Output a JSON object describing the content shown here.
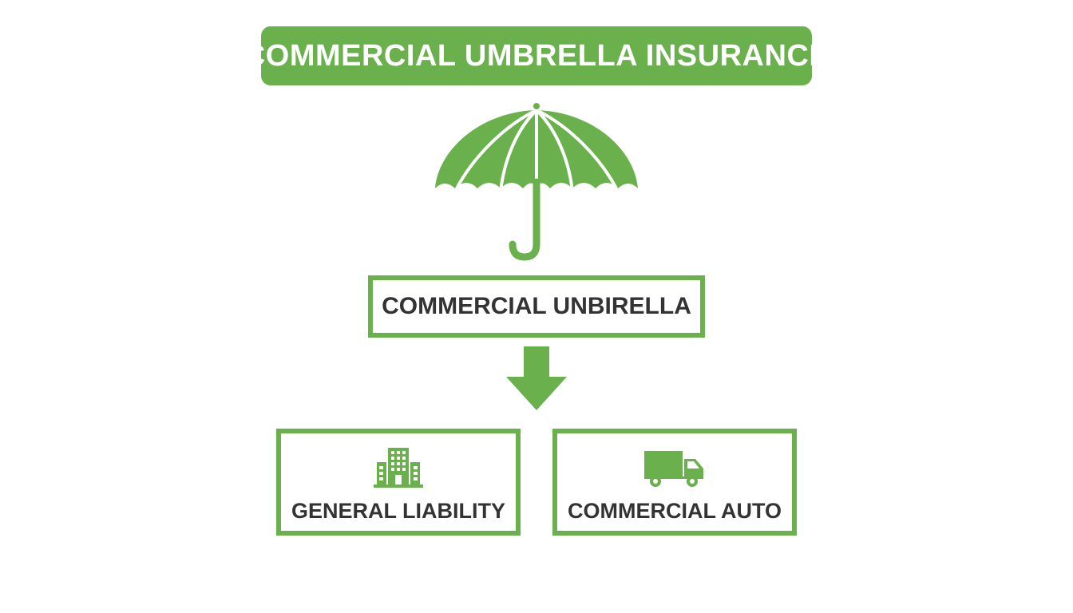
{
  "title": "COMMERCIAL UMBRELLA INSURANCE",
  "main_node": {
    "label": "COMMERCIAL UNBIRELLA"
  },
  "sub_nodes": [
    {
      "label": "GENERAL LIABILITY",
      "icon": "building-icon"
    },
    {
      "label": "COMMERCIAL AUTO",
      "icon": "truck-icon"
    }
  ],
  "colors": {
    "accent": "#6ab04c",
    "text": "#333333",
    "background": "#ffffff"
  }
}
